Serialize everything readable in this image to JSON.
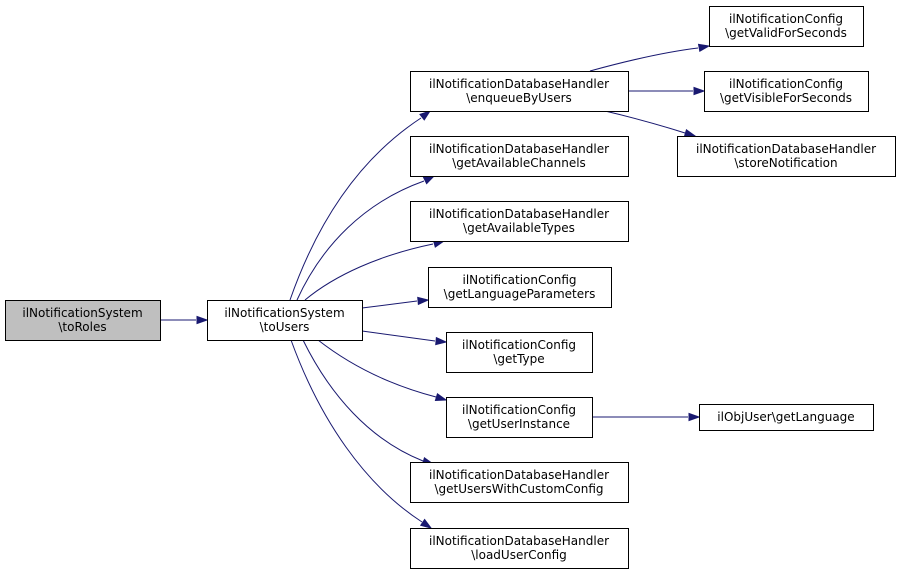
{
  "diagram": {
    "nodes": [
      {
        "id": "root",
        "lines": [
          "ilNotificationSystem",
          "\\toRoles"
        ],
        "highlight": true
      },
      {
        "id": "toUsers",
        "lines": [
          "ilNotificationSystem",
          "\\toUsers"
        ]
      },
      {
        "id": "enqueueByUsers",
        "lines": [
          "ilNotificationDatabaseHandler",
          "\\enqueueByUsers"
        ]
      },
      {
        "id": "getAvailableChannels",
        "lines": [
          "ilNotificationDatabaseHandler",
          "\\getAvailableChannels"
        ]
      },
      {
        "id": "getAvailableTypes",
        "lines": [
          "ilNotificationDatabaseHandler",
          "\\getAvailableTypes"
        ]
      },
      {
        "id": "getLanguageParameters",
        "lines": [
          "ilNotificationConfig",
          "\\getLanguageParameters"
        ]
      },
      {
        "id": "getType",
        "lines": [
          "ilNotificationConfig",
          "\\getType"
        ]
      },
      {
        "id": "getUserInstance",
        "lines": [
          "ilNotificationConfig",
          "\\getUserInstance"
        ]
      },
      {
        "id": "getUsersWithCustomConfig",
        "lines": [
          "ilNotificationDatabaseHandler",
          "\\getUsersWithCustomConfig"
        ]
      },
      {
        "id": "loadUserConfig",
        "lines": [
          "ilNotificationDatabaseHandler",
          "\\loadUserConfig"
        ]
      },
      {
        "id": "getValidForSeconds",
        "lines": [
          "ilNotificationConfig",
          "\\getValidForSeconds"
        ]
      },
      {
        "id": "getVisibleForSeconds",
        "lines": [
          "ilNotificationConfig",
          "\\getVisibleForSeconds"
        ]
      },
      {
        "id": "storeNotification",
        "lines": [
          "ilNotificationDatabaseHandler",
          "\\storeNotification"
        ]
      },
      {
        "id": "getLanguage",
        "lines": [
          "ilObjUser\\getLanguage"
        ]
      }
    ],
    "edges": [
      {
        "from": "root",
        "to": "toUsers"
      },
      {
        "from": "toUsers",
        "to": "enqueueByUsers"
      },
      {
        "from": "toUsers",
        "to": "getAvailableChannels"
      },
      {
        "from": "toUsers",
        "to": "getAvailableTypes"
      },
      {
        "from": "toUsers",
        "to": "getLanguageParameters"
      },
      {
        "from": "toUsers",
        "to": "getType"
      },
      {
        "from": "toUsers",
        "to": "getUserInstance"
      },
      {
        "from": "toUsers",
        "to": "getUsersWithCustomConfig"
      },
      {
        "from": "toUsers",
        "to": "loadUserConfig"
      },
      {
        "from": "enqueueByUsers",
        "to": "getValidForSeconds"
      },
      {
        "from": "enqueueByUsers",
        "to": "getVisibleForSeconds"
      },
      {
        "from": "enqueueByUsers",
        "to": "storeNotification"
      },
      {
        "from": "getUserInstance",
        "to": "getLanguage"
      }
    ]
  }
}
